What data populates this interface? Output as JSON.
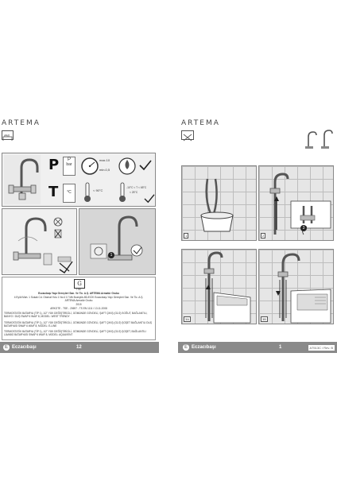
{
  "left_page": {
    "brand": "ARTEMA",
    "pressure": {
      "symbol": "P",
      "unit": "bar",
      "max": "max.10",
      "min": "min.0,5"
    },
    "temperature": {
      "symbol": "T",
      "unit": "°C",
      "max": "< 90°C",
      "range_high": "-10°C < T < 65°C",
      "range_low": "< 25°C"
    },
    "marker_1": "1",
    "cert": {
      "symbol": "G",
      "mark": "TSE",
      "lines": [
        "Eczacıbaşı Yapı Gereçleri San. Ve Tic. A.Ş. ARTEMA Armatür Grubu",
        "4 Eylül Mah. 1 Sokak Cd. Otomat Yolu 1 No:4 17 Mb Bozüyük-BİLECİK Eczacıbaşı Yapı Gereçleri San. Ve Tic. A.Ş.",
        "ARTEMA Armatür Grubu",
        "2015",
        "ARKOTE - TSE - 20697 - TS EN 1111 / 13.11.2008",
        "TERMOSTATİK BATARYA (TİP 1), 1/2\" YÜK DEĞİŞTİRİCİLİ, GÖMÜNDE GÖVDELİ, ŞAFT ÇIKIŞ (G1/2) SOĞUT, BAĞLANTILI, BANYO / DUŞ SWAP 6 WAIF 8, MODEL: WEST TRENDY",
        "TERMOSTATİK BATARYA (TİP 1), 1/2\" YÜK DEĞİŞTİRİCİLİ, GÖMÜNDE GÖVDELİ, ŞAFT ÇIKIŞ (G1/2) ŞOŞET BAĞLANTILI DUŞ BATARYASI SWAP 6 WAIF 8, MODEL: E-LINE",
        "TERMOSTATİK BATARYA (TİP 1), 1/2\" YÜK DEĞİŞTİRİCİLİ, GÖMÜNDE GÖVDELİ, ŞAFT ÇIKIŞ (G1/2) ŞOŞET, BAĞLANTILI LAVABO BATARYASI SWAP 6 WAIF 8, MODEL: AQUAVENT"
      ]
    },
    "footer": {
      "logo": "Eczacıbaşı",
      "page": "12"
    }
  },
  "right_page": {
    "brand": "ARTEMA",
    "steps": [
      "1",
      "2",
      "3A",
      "3B"
    ],
    "marker_3": "3",
    "footer": {
      "logo": "Eczacıbaşı",
      "page": "1",
      "code": "A7513C / Rev. B"
    }
  },
  "colors": {
    "footer": "#8a8a8a",
    "panel": "#f0f0f0",
    "ink": "#333333"
  }
}
